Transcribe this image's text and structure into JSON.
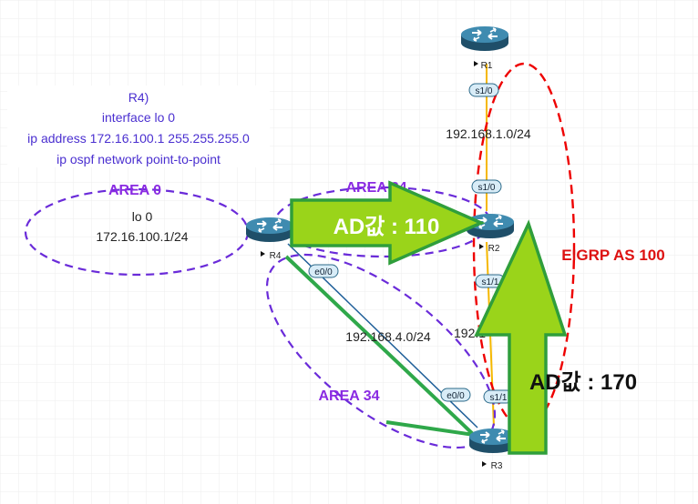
{
  "colors": {
    "grid": "#eeeeee",
    "area_ring": "#6a2bd9",
    "area_text": "#8a2be2",
    "eigrp_ring": "#ee0000",
    "eigrp_text": "#dd1111",
    "arrow_fill": "#9ad41a",
    "arrow_stroke": "#2f9e3b",
    "serial_link": "#f5b800",
    "ethernet_link": "#1f5f99",
    "router_body": "#2c6a8a",
    "config_text": "#4a2fd0"
  },
  "config_note": {
    "line1": "R4)",
    "line2": "interface lo 0",
    "line3": "ip address 172.16.100.1 255.255.255.0",
    "line4": "ip ospf network point-to-point"
  },
  "areas": {
    "area0": "AREA 0",
    "area24": "AREA 24",
    "area34": "AREA 34",
    "eigrp": "EIGRP AS 100"
  },
  "loopback": {
    "name": "lo 0",
    "address": "172.16.100.1/24"
  },
  "routers": {
    "r1": "R1",
    "r2": "R2",
    "r3": "R3",
    "r4": "R4"
  },
  "interfaces": {
    "r1_s10": "s1/0",
    "r2_s10": "s1/0",
    "r2_s11": "s1/1",
    "r3_s11": "s1/1",
    "r4_e00": "e0/0",
    "r3_e00": "e0/0"
  },
  "networks": {
    "net1": "192.168.1.0/24",
    "net4": "192.168.4.0/24",
    "net_partial": "192.1"
  },
  "ad": {
    "ospf": "AD값 : 110",
    "eigrp": "AD값 : 170"
  },
  "icons": [
    "router-icon",
    "right-arrow-icon",
    "up-arrow-icon"
  ]
}
